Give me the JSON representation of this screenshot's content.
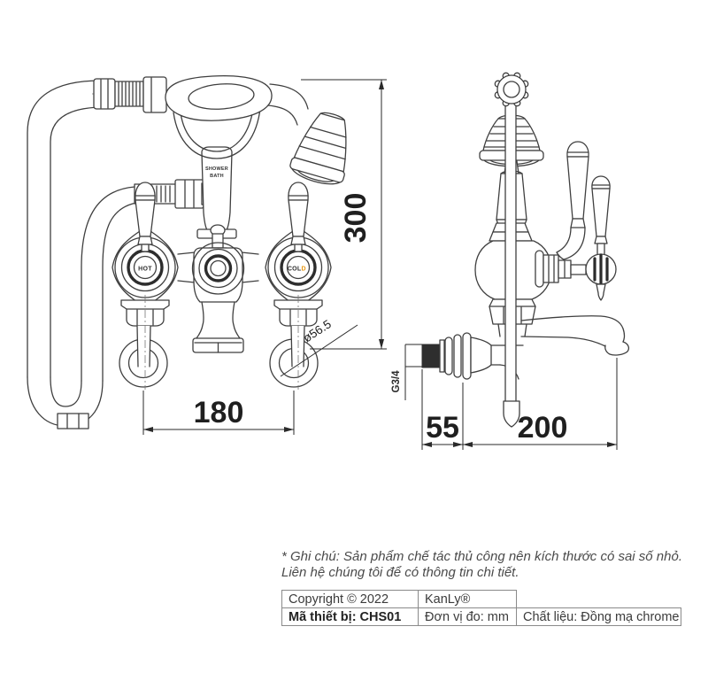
{
  "meta": {
    "background_color": "#ffffff",
    "line_color": "#3f3f3f",
    "accent_color": "#e8960f"
  },
  "drawing": {
    "dimensions": {
      "height_300": "300",
      "spread_180": "180",
      "flange_dia": "ø56.5",
      "wall_55": "55",
      "reach_200": "200",
      "thread_g34": "G3/4"
    },
    "labels": {
      "hot": "HOT",
      "cold_col": "COL",
      "cold_d": "D",
      "shower": "SHOWER",
      "bath": "BATH"
    }
  },
  "note": {
    "line1": "* Ghi chú: Sản phẩm chế tác thủ công nên kích thước có sai số nhỏ.",
    "line2": "Liên hệ chúng tôi để có thông tin chi tiết."
  },
  "table": {
    "rows": [
      {
        "cells": [
          "Copyright © 2022",
          "KanLy®"
        ]
      },
      {
        "cells": [
          "Mã thiết bị: CHS01",
          "Đơn vị đo: mm",
          "Chất liệu: Đồng mạ chrome"
        ]
      }
    ]
  }
}
